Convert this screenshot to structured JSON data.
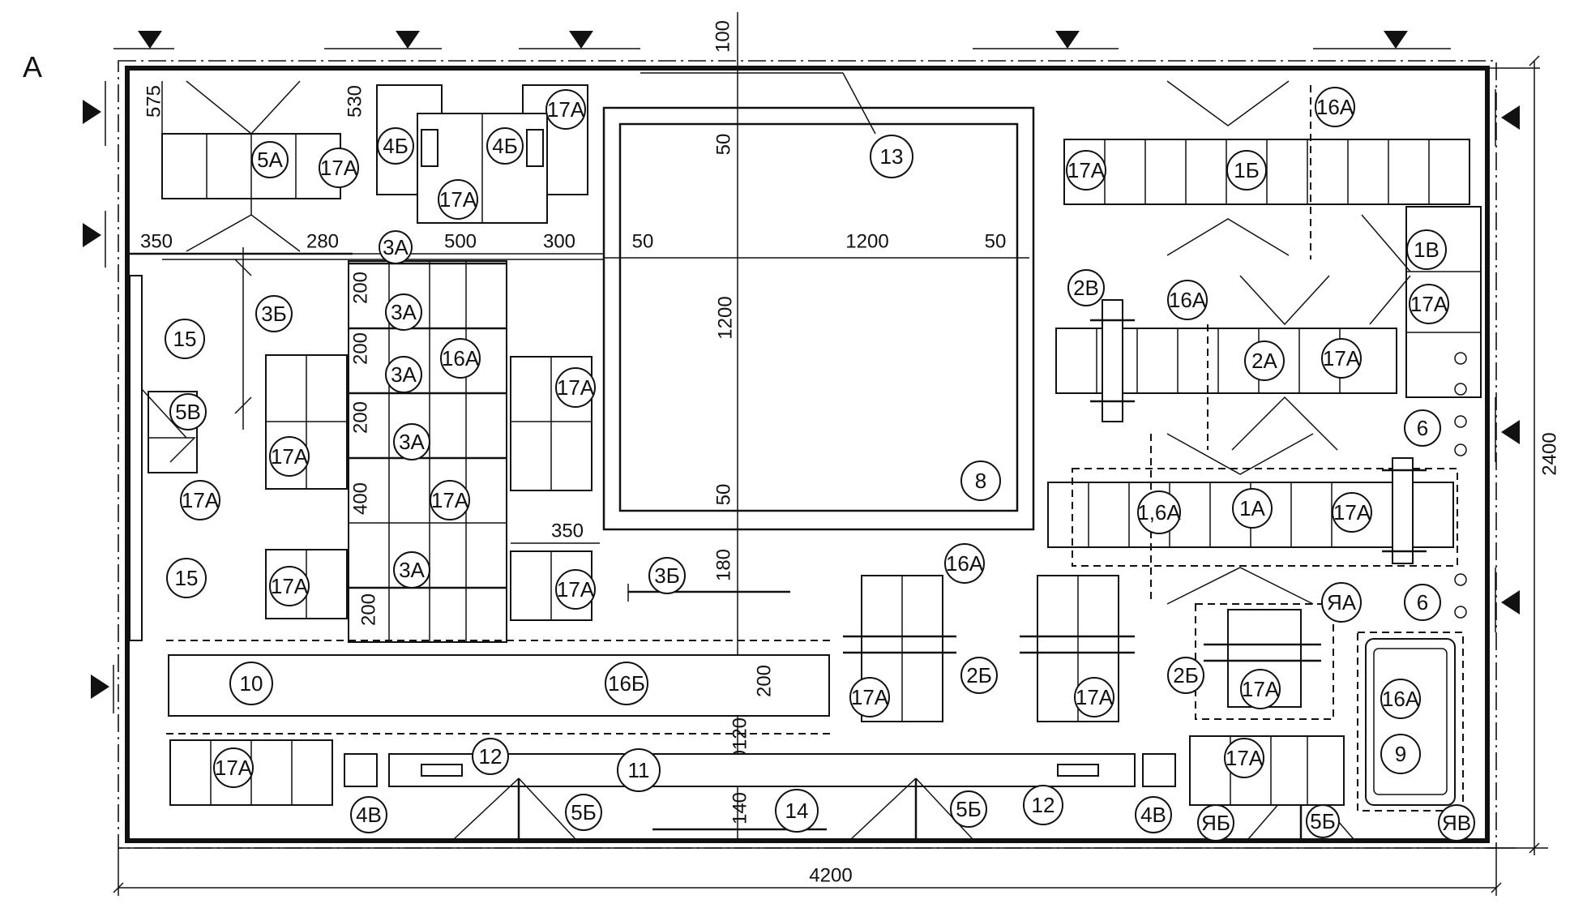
{
  "corner_letter": "А",
  "labels": {
    "L5A": "5А",
    "L17A": "17А",
    "L4B": "4Б",
    "L3A": "3А",
    "L3B": "3Б",
    "L13": "13",
    "L16A": "16А",
    "L1B": "1Б",
    "L1V": "1В",
    "L2V": "2В",
    "L2A": "2А",
    "L6": "6",
    "L15": "15",
    "L5V": "5В",
    "L8": "8",
    "L1A": "1А",
    "L1_6A": "1,6А",
    "LYA": "ЯА",
    "L10": "10",
    "L16B": "16Б",
    "L2B": "2Б",
    "L9": "9",
    "L11": "11",
    "L12": "12",
    "L4V": "4В",
    "L5B": "5Б",
    "L14": "14",
    "LYB": "ЯБ",
    "LYV": "ЯВ"
  },
  "dims": {
    "d100": "100",
    "d575": "575",
    "d530": "530",
    "d50": "50",
    "d350": "350",
    "d280": "280",
    "d500": "500",
    "d300": "300",
    "d1200": "1200",
    "d200": "200",
    "d400": "400",
    "d180": "180",
    "d120": "120",
    "d140": "140",
    "d2400": "2400",
    "d4200": "4200"
  }
}
